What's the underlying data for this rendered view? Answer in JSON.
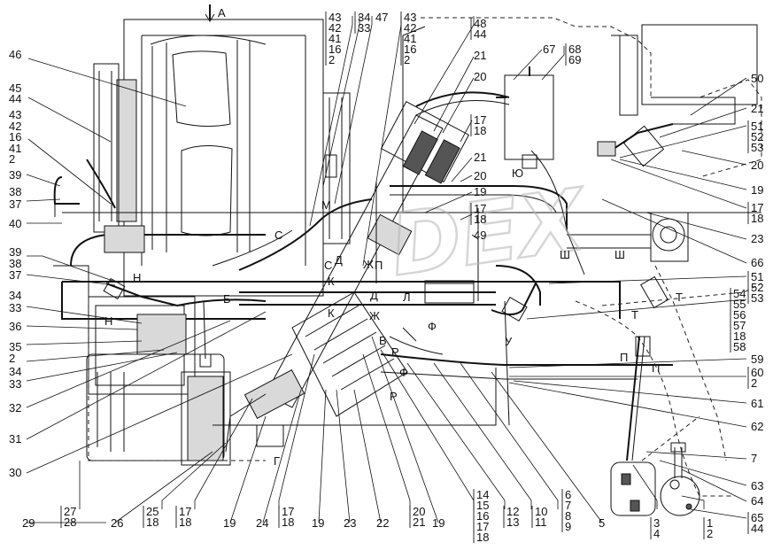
{
  "drawing": {
    "view_arrow_label": "А",
    "watermark": "DEX",
    "callouts_left": [
      {
        "id": "l46",
        "text": "46"
      },
      {
        "id": "l45",
        "text": "45"
      },
      {
        "id": "l44a",
        "text": "44"
      },
      {
        "id": "l43",
        "text": "43"
      },
      {
        "id": "l42",
        "text": "42"
      },
      {
        "id": "l16",
        "text": "16"
      },
      {
        "id": "l41",
        "text": "41"
      },
      {
        "id": "l2",
        "text": "2"
      },
      {
        "id": "l39",
        "text": "39"
      },
      {
        "id": "l38",
        "text": "38"
      },
      {
        "id": "l37",
        "text": "37"
      },
      {
        "id": "l40",
        "text": "40"
      },
      {
        "id": "l39b",
        "text": "39"
      },
      {
        "id": "l38b",
        "text": "38"
      },
      {
        "id": "l37b",
        "text": "37"
      },
      {
        "id": "l34",
        "text": "34"
      },
      {
        "id": "l33",
        "text": "33"
      },
      {
        "id": "l36",
        "text": "36"
      },
      {
        "id": "l35",
        "text": "35"
      },
      {
        "id": "l2b",
        "text": "2"
      },
      {
        "id": "l34b",
        "text": "34"
      },
      {
        "id": "l33b",
        "text": "33"
      },
      {
        "id": "l32",
        "text": "32"
      },
      {
        "id": "l31",
        "text": "31"
      },
      {
        "id": "l30",
        "text": "30"
      }
    ],
    "callouts_top": [
      {
        "id": "t43",
        "lines": [
          "43",
          "42",
          "41",
          "16",
          "2"
        ]
      },
      {
        "id": "t34",
        "lines": [
          "34",
          "33"
        ]
      },
      {
        "id": "t47",
        "lines": [
          "47"
        ]
      },
      {
        "id": "t43b",
        "lines": [
          "43",
          "42",
          "41",
          "16",
          "2"
        ]
      },
      {
        "id": "t48",
        "lines": [
          "48",
          "44"
        ]
      },
      {
        "id": "t21",
        "lines": [
          "21"
        ]
      },
      {
        "id": "t20",
        "lines": [
          "20"
        ]
      },
      {
        "id": "t67",
        "lines": [
          "67"
        ]
      },
      {
        "id": "t68",
        "lines": [
          "68",
          "69"
        ]
      },
      {
        "id": "t17",
        "lines": [
          "17",
          "18"
        ]
      },
      {
        "id": "t21b",
        "lines": [
          "21"
        ]
      },
      {
        "id": "t20b",
        "lines": [
          "20"
        ]
      },
      {
        "id": "t19",
        "lines": [
          "19"
        ]
      },
      {
        "id": "t17b",
        "lines": [
          "17",
          "18"
        ]
      },
      {
        "id": "t49",
        "lines": [
          "49"
        ]
      }
    ],
    "callouts_right": [
      {
        "id": "r50",
        "lines": [
          "50"
        ]
      },
      {
        "id": "r21",
        "lines": [
          "21"
        ]
      },
      {
        "id": "r51",
        "lines": [
          "51",
          "52",
          "53"
        ]
      },
      {
        "id": "r20",
        "lines": [
          "20"
        ]
      },
      {
        "id": "r19",
        "lines": [
          "19"
        ]
      },
      {
        "id": "r17",
        "lines": [
          "17",
          "18"
        ]
      },
      {
        "id": "r23",
        "lines": [
          "23"
        ]
      },
      {
        "id": "r66",
        "lines": [
          "66"
        ]
      },
      {
        "id": "r51b",
        "lines": [
          "51",
          "52",
          "53"
        ]
      },
      {
        "id": "r54",
        "lines": [
          "54",
          "55",
          "56",
          "57",
          "18",
          "58"
        ]
      },
      {
        "id": "r59",
        "lines": [
          "59"
        ]
      },
      {
        "id": "r60",
        "lines": [
          "60",
          "2"
        ]
      },
      {
        "id": "r61",
        "lines": [
          "61"
        ]
      },
      {
        "id": "r62",
        "lines": [
          "62"
        ]
      },
      {
        "id": "r7",
        "lines": [
          "7"
        ]
      },
      {
        "id": "r63",
        "lines": [
          "63"
        ]
      },
      {
        "id": "r64",
        "lines": [
          "64"
        ]
      },
      {
        "id": "r65",
        "lines": [
          "65",
          "44"
        ]
      }
    ],
    "callouts_bottom": [
      {
        "id": "b29",
        "lines": [
          "29"
        ]
      },
      {
        "id": "b27",
        "lines": [
          "27",
          "28"
        ]
      },
      {
        "id": "b26",
        "lines": [
          "26"
        ]
      },
      {
        "id": "b25",
        "lines": [
          "25",
          "18"
        ]
      },
      {
        "id": "b17",
        "lines": [
          "17",
          "18"
        ]
      },
      {
        "id": "b19",
        "lines": [
          "19"
        ]
      },
      {
        "id": "b24",
        "lines": [
          "24"
        ]
      },
      {
        "id": "b17b",
        "lines": [
          "17",
          "18"
        ]
      },
      {
        "id": "b19b",
        "lines": [
          "19"
        ]
      },
      {
        "id": "b23",
        "lines": [
          "23"
        ]
      },
      {
        "id": "b22",
        "lines": [
          "22"
        ]
      },
      {
        "id": "b20",
        "lines": [
          "20",
          "21"
        ]
      },
      {
        "id": "b19c",
        "lines": [
          "19"
        ]
      },
      {
        "id": "b14",
        "lines": [
          "14",
          "15",
          "16",
          "17",
          "18"
        ]
      },
      {
        "id": "b12",
        "lines": [
          "12",
          "13"
        ]
      },
      {
        "id": "b10",
        "lines": [
          "10",
          "11"
        ]
      },
      {
        "id": "b6",
        "lines": [
          "6",
          "7",
          "8",
          "9"
        ]
      },
      {
        "id": "b5",
        "lines": [
          "5"
        ]
      },
      {
        "id": "b3",
        "lines": [
          "3",
          "4"
        ]
      },
      {
        "id": "b1",
        "lines": [
          "1",
          "2"
        ]
      }
    ],
    "section_letters": [
      {
        "id": "sM",
        "text": "М"
      },
      {
        "id": "sC1",
        "text": "С"
      },
      {
        "id": "sC2",
        "text": "С"
      },
      {
        "id": "sD1",
        "text": "Д"
      },
      {
        "id": "sZh1",
        "text": "Ж"
      },
      {
        "id": "sP1",
        "text": "П"
      },
      {
        "id": "sK1",
        "text": "К"
      },
      {
        "id": "sL",
        "text": "Л"
      },
      {
        "id": "sD2",
        "text": "Д"
      },
      {
        "id": "sK2",
        "text": "К"
      },
      {
        "id": "sZh2",
        "text": "Ж"
      },
      {
        "id": "sN1",
        "text": "Н"
      },
      {
        "id": "sB",
        "text": "Б"
      },
      {
        "id": "sN2",
        "text": "Н"
      },
      {
        "id": "sV",
        "text": "В"
      },
      {
        "id": "sR1",
        "text": "Р"
      },
      {
        "id": "sF1",
        "text": "Ф"
      },
      {
        "id": "sF2",
        "text": "Ф"
      },
      {
        "id": "sR2",
        "text": "Р"
      },
      {
        "id": "sU",
        "text": "У"
      },
      {
        "id": "sYu",
        "text": "Ю"
      },
      {
        "id": "sSh1",
        "text": "Ш"
      },
      {
        "id": "sSh2",
        "text": "Ш"
      },
      {
        "id": "sT1",
        "text": "Т"
      },
      {
        "id": "sT2",
        "text": "Т"
      },
      {
        "id": "sP2",
        "text": "П"
      },
      {
        "id": "sP3",
        "text": "П"
      },
      {
        "id": "sG",
        "text": "Г"
      }
    ]
  }
}
